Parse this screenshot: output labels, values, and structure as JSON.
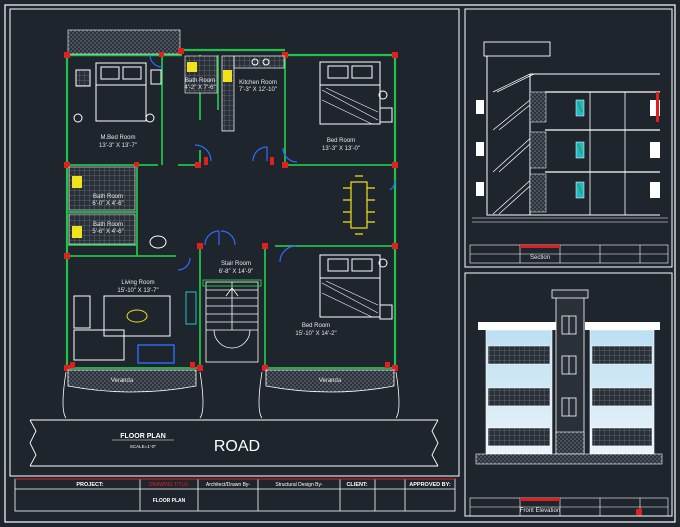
{
  "rooms": {
    "m_bed_name": "M.Bed Room",
    "m_bed_size": "13'-3\" X 13'-7\"",
    "bath1_name": "Bath Room",
    "bath1_size": "4'-2\" X 7'-6\"",
    "kitchen_name": "Kitchen Room",
    "kitchen_size": "7'-3\" X 12'-10\"",
    "bed1_name": "Bed Room",
    "bed1_size": "13'-3\" X 13'-0\"",
    "bath2_name": "Bath Room",
    "bath2_size": "6'-0\" X 4'-6\"",
    "bath3_name": "Bath Room",
    "bath3_size": "5'-6\" X 4'-6\"",
    "stair_name": "Stair Room",
    "stair_size": "6'-8\" X 14'-9\"",
    "living_name": "Living Room",
    "living_size": "15'-10\" X 13'-7\"",
    "bed2_name": "Bed Room",
    "bed2_size": "15'-10\" X 14'-2\"",
    "veranda1": "Veranda",
    "veranda2": "Veranda"
  },
  "labels": {
    "floor_plan_title": "FLOOR PLAN",
    "floor_plan_scale": "SCALE=1'-0\"",
    "road": "ROAD",
    "section_caption": "Section",
    "elevation_caption": "Front Elevation"
  },
  "title_block": {
    "project_label": "PROJECT:",
    "drawing_title_label": "DRAWING TITLE:",
    "architect_label": "Architect/Drawn By-",
    "structural_label": "Structural Design By-",
    "client_label": "CLIENT:",
    "approved_label": "APPROVED BY:",
    "drawing_name": "FLOOR PLAN"
  },
  "colors": {
    "background": "#1f252d",
    "frame": "#ffffff",
    "wall": "#21c14a",
    "column": "#e02020",
    "door": "#2f6bff",
    "furniture": "#ffffff",
    "dining": "#f2e21c",
    "accent_red": "#e02020"
  }
}
